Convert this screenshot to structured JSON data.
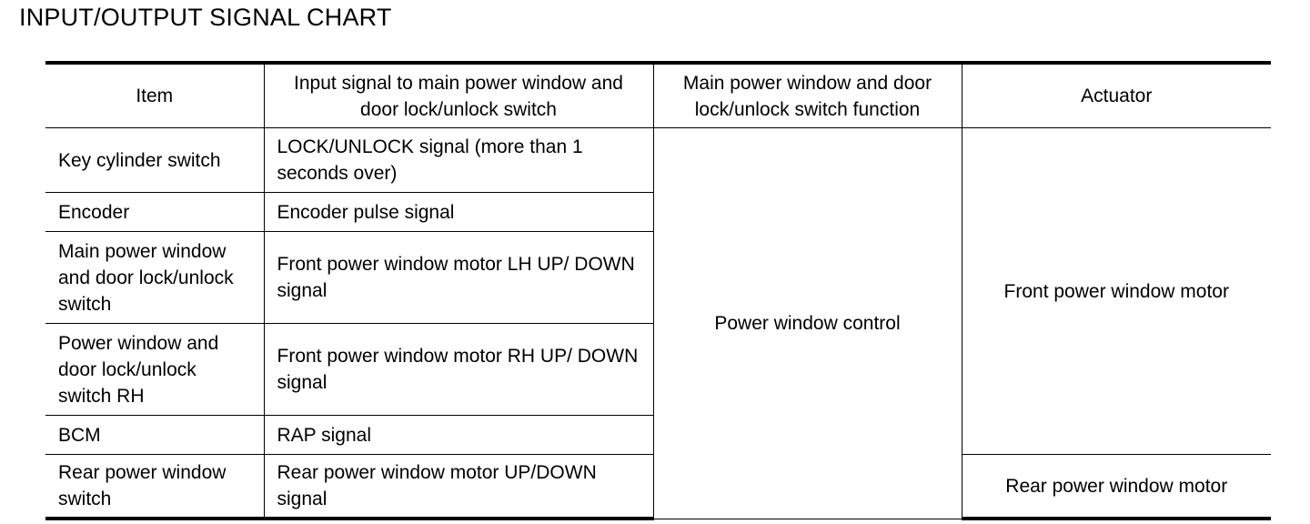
{
  "page": {
    "title": "INPUT/OUTPUT SIGNAL CHART"
  },
  "table": {
    "headers": [
      "Item",
      "Input signal to main power window and door lock/unlock switch",
      "Main power window and door lock/unlock switch function",
      "Actuator"
    ],
    "rows": [
      {
        "item": "Key cylinder switch",
        "input": "LOCK/UNLOCK signal (more than 1 seconds over)"
      },
      {
        "item": "Encoder",
        "input": "Encoder pulse signal"
      },
      {
        "item": "Main power window and door lock/unlock switch",
        "input": "Front power window motor LH UP/ DOWN signal"
      },
      {
        "item": "Power window and door lock/unlock switch RH",
        "input": "Front power window motor RH UP/ DOWN signal"
      },
      {
        "item": "BCM",
        "input": "RAP signal"
      },
      {
        "item": "Rear power window switch",
        "input": "Rear power window motor UP/DOWN signal"
      }
    ],
    "function": "Power window control",
    "actuators": [
      "Front power window motor",
      "Rear power window motor"
    ]
  }
}
